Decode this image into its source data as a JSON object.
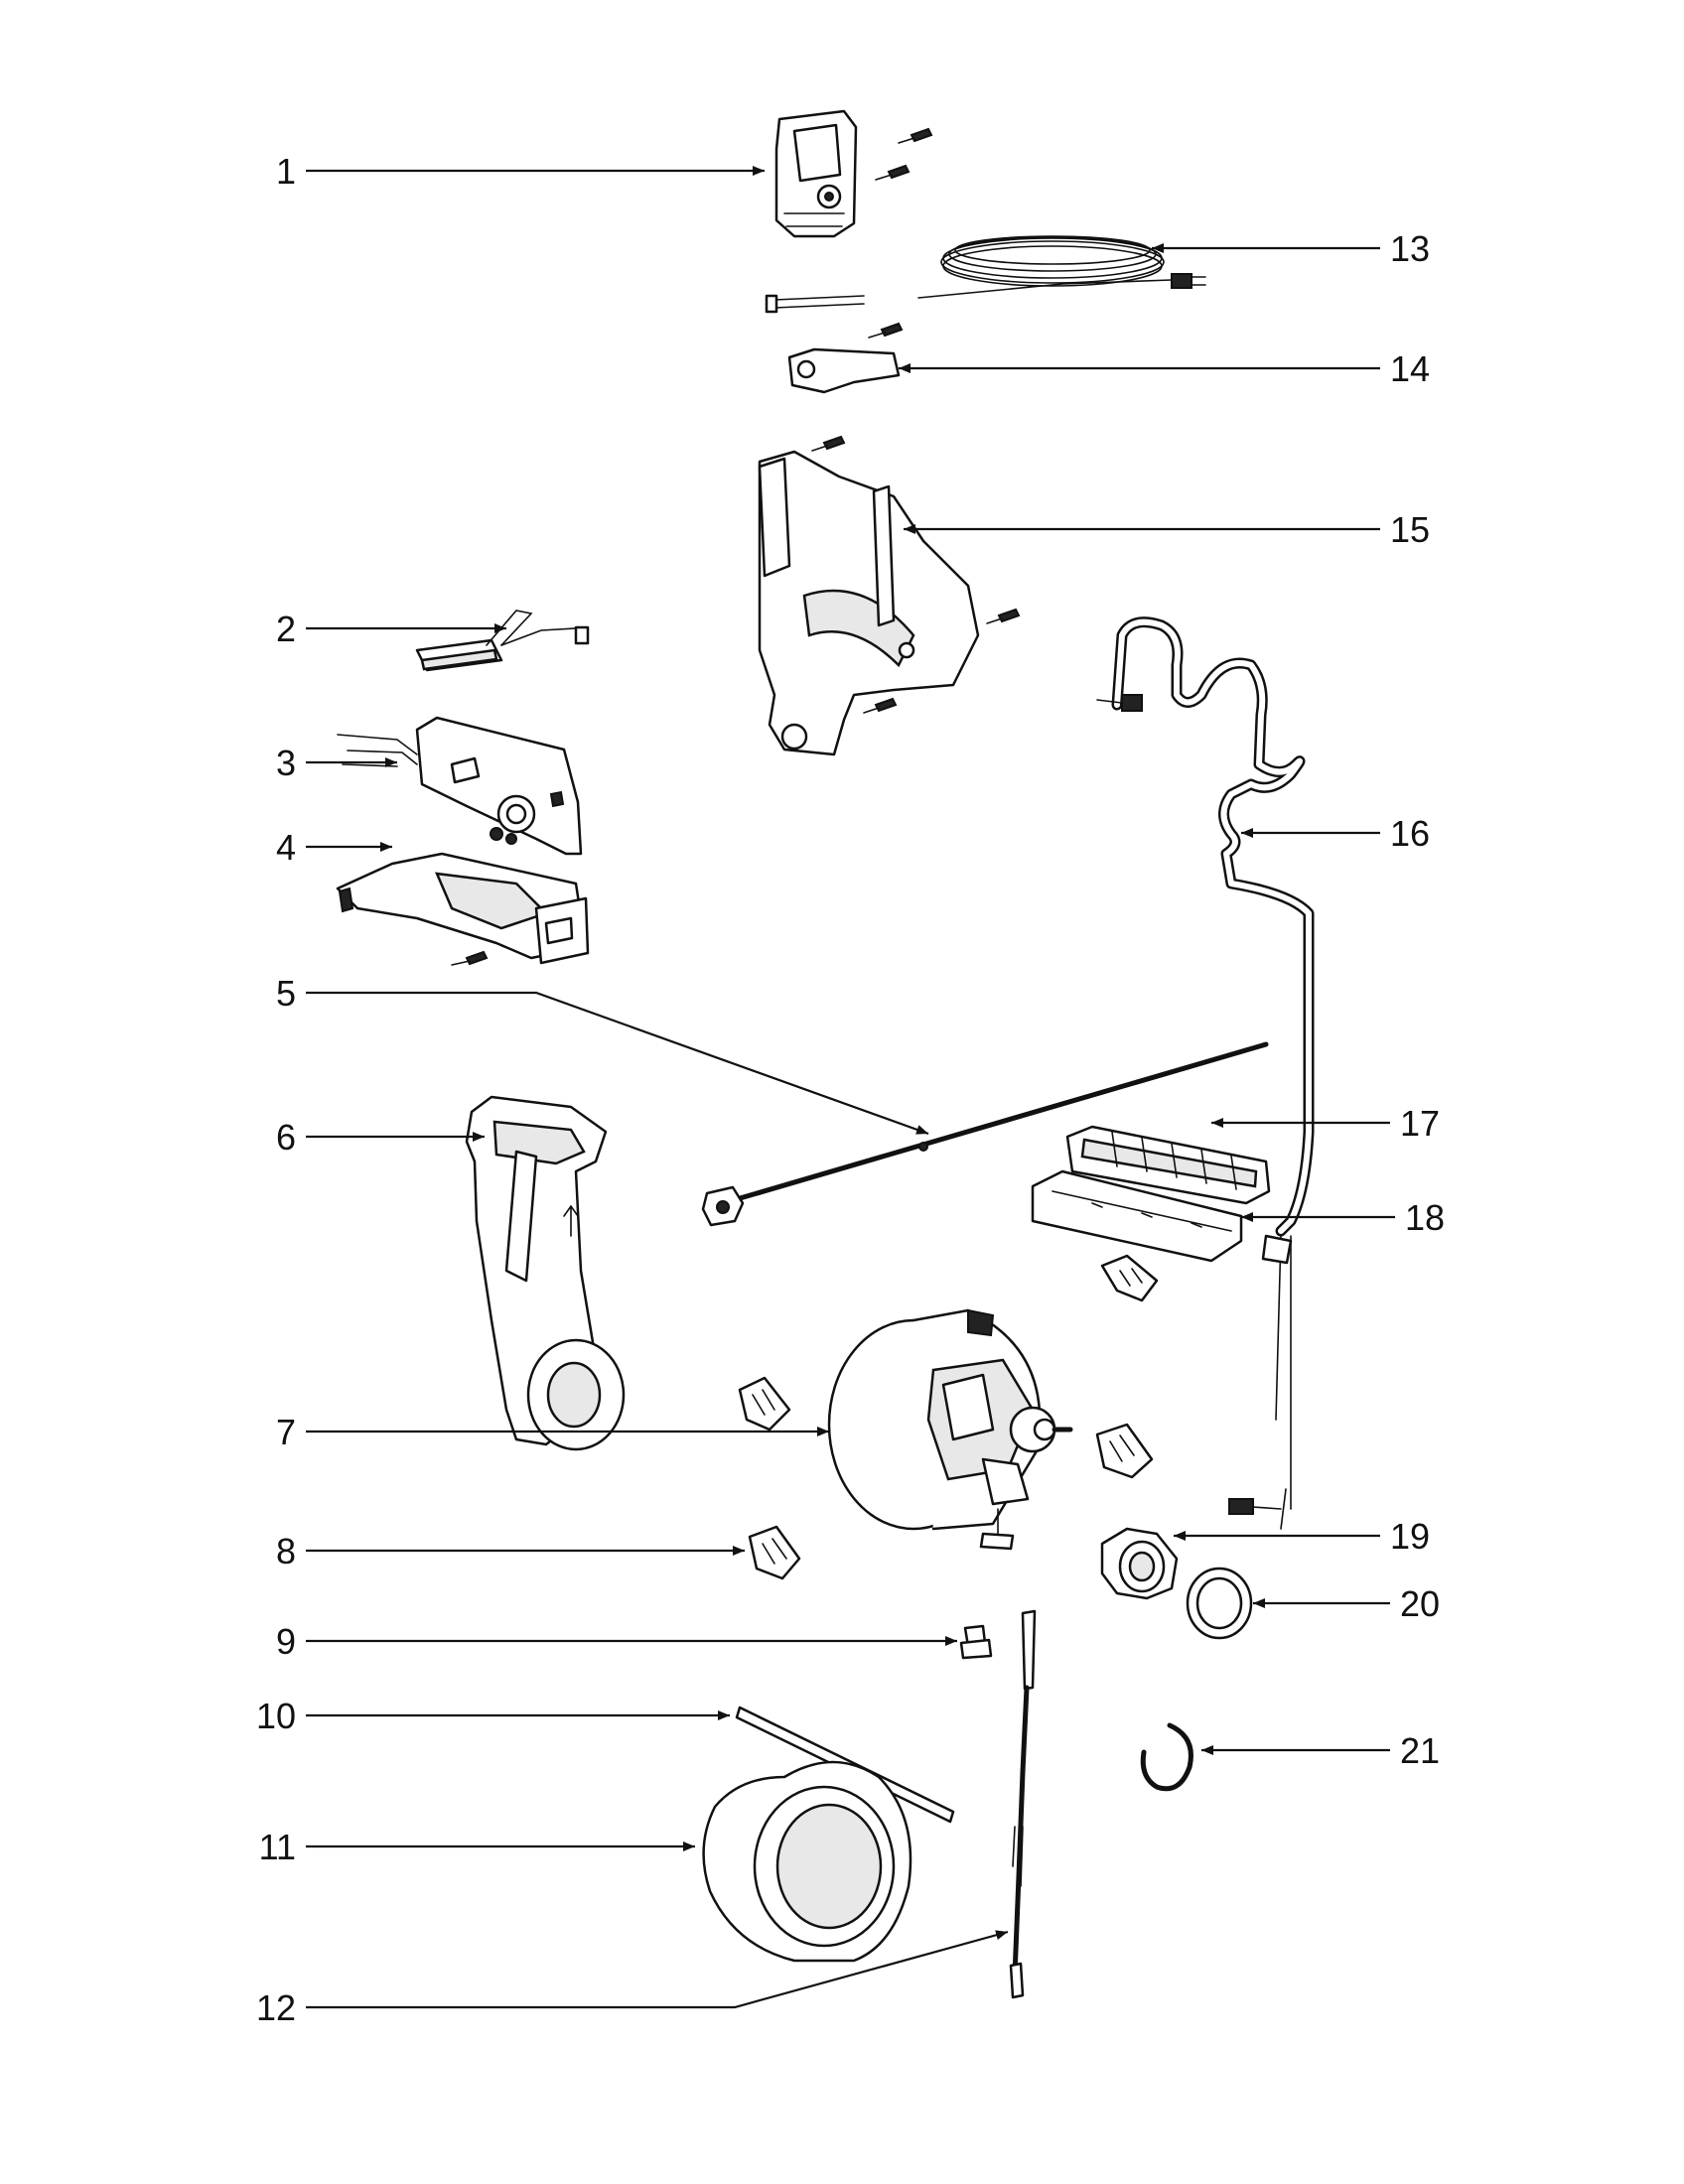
{
  "callouts": [
    "1",
    "2",
    "3",
    "4",
    "5",
    "6",
    "7",
    "8",
    "9",
    "10",
    "11",
    "12",
    "13",
    "14",
    "15",
    "16",
    "17",
    "18",
    "19",
    "20",
    "21"
  ],
  "parts": [
    {
      "ref": "1",
      "icon": "switch-housing-icon"
    },
    {
      "ref": "2",
      "icon": "switch-wire-icon"
    },
    {
      "ref": "3",
      "icon": "circuit-board-icon"
    },
    {
      "ref": "4",
      "icon": "switch-bracket-icon"
    },
    {
      "ref": "5",
      "icon": "rod-icon"
    },
    {
      "ref": "6",
      "icon": "hose-duct-icon"
    },
    {
      "ref": "7",
      "icon": "motor-icon"
    },
    {
      "ref": "8",
      "icon": "brush-holder-icon"
    },
    {
      "ref": "9",
      "icon": "screw-icon"
    },
    {
      "ref": "10",
      "icon": "strip-icon"
    },
    {
      "ref": "11",
      "icon": "motor-cover-icon"
    },
    {
      "ref": "12",
      "icon": "ground-strap-icon"
    },
    {
      "ref": "13",
      "icon": "power-cord-icon"
    },
    {
      "ref": "14",
      "icon": "cord-clamp-icon"
    },
    {
      "ref": "15",
      "icon": "motor-housing-icon"
    },
    {
      "ref": "16",
      "icon": "wire-harness-icon"
    },
    {
      "ref": "17",
      "icon": "filter-grill-icon"
    },
    {
      "ref": "18",
      "icon": "filter-plate-icon"
    },
    {
      "ref": "19",
      "icon": "bearing-icon"
    },
    {
      "ref": "20",
      "icon": "washer-icon"
    },
    {
      "ref": "21",
      "icon": "retaining-ring-icon"
    }
  ]
}
